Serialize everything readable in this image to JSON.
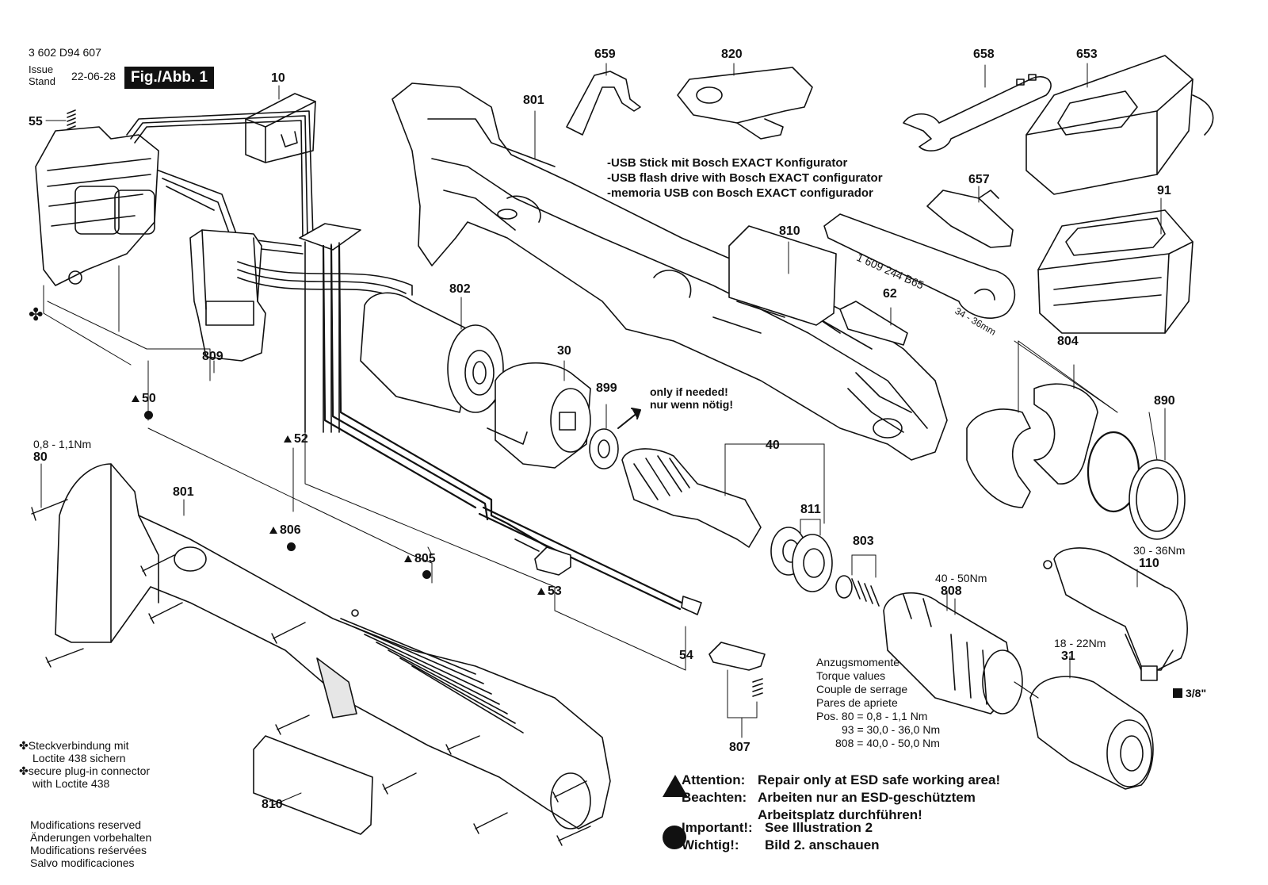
{
  "header": {
    "doc_number": "3 602 D94 607",
    "issue_label_1": "Issue",
    "issue_label_2": "Stand",
    "issue_date": "22-06-28",
    "figure_label": "Fig./Abb. 1"
  },
  "part_labels": {
    "p10": "10",
    "p55": "55",
    "p659": "659",
    "p820": "820",
    "p801_top": "801",
    "p658": "658",
    "p653": "653",
    "p657": "657",
    "p91": "91",
    "p810_top": "810",
    "p62": "62",
    "p802": "802",
    "p30": "30",
    "p899": "899",
    "p809": "809",
    "p804": "804",
    "p890": "890",
    "p50": "50",
    "p52": "52",
    "p40": "40",
    "p80": "80",
    "p801_bottom": "801",
    "p811": "811",
    "p803": "803",
    "p806": "806",
    "p805": "805",
    "p53": "53",
    "p110": "110",
    "p808": "808",
    "p31": "31",
    "p54": "54",
    "p807": "807",
    "p810_bottom": "810"
  },
  "torque_labels": {
    "t80": "0,8 - 1,1Nm",
    "t110": "30 - 36Nm",
    "t808": "40 - 50Nm",
    "t31": "18 - 22Nm",
    "drive_size": "3/8\""
  },
  "wrench_text": {
    "part_number": "1 609 244 B65",
    "size": "34 - 36mm"
  },
  "usb_notes": [
    "-USB Stick mit Bosch EXACT Konfigurator",
    "-USB flash drive with Bosch EXACT configurator",
    "-memoria USB con Bosch EXACT configurador"
  ],
  "only_if_needed": [
    "only if needed!",
    "nur wenn nötig!"
  ],
  "connector_notes": [
    "Steckverbindung mit",
    "Loctite 438 sichern",
    "secure plug-in connector",
    "with Loctite 438"
  ],
  "modifications": [
    "Modifications reserved",
    "Änderungen vorbehalten",
    "Modifications reśervées",
    "Salvo modificaciones"
  ],
  "torque_table": {
    "lines": [
      "Anzugsmomente",
      "Torque values",
      "Couple de serrage",
      "Pares de apriete"
    ],
    "rows": [
      {
        "label": "Pos. 80 =",
        "value": "0,8 -   1,1 Nm"
      },
      {
        "label": "93 =",
        "value": "30,0 - 36,0 Nm"
      },
      {
        "label": "808 =",
        "value": "40,0 - 50,0 Nm"
      }
    ]
  },
  "esd_notice": {
    "label_en": "Attention:",
    "text_en": "Repair only at ESD safe working area!",
    "label_de": "Beachten:",
    "text_de_1": "Arbeiten nur an ESD-geschütztem",
    "text_de_2": "Arbeitsplatz durchführen!"
  },
  "important_notice": {
    "label_en": "Important!:",
    "text_en": "See Illustration 2",
    "label_de": "Wichtig!:",
    "text_de": "Bild 2. anschauen"
  },
  "colors": {
    "ink": "#111111",
    "paper": "#ffffff",
    "shade": "#e6e6e6"
  }
}
